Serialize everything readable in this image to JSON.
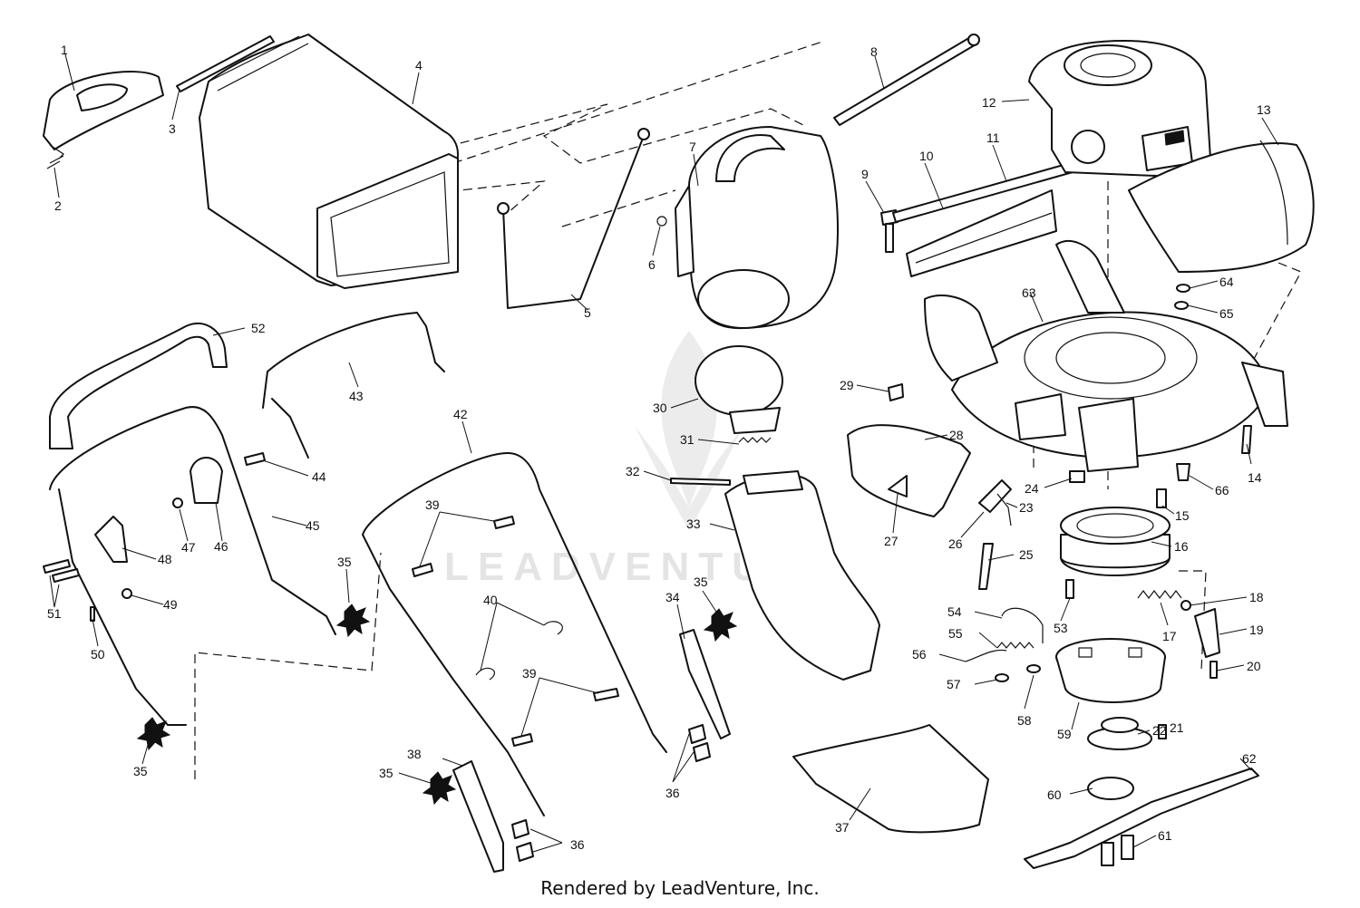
{
  "diagram": {
    "callouts": [
      "1",
      "2",
      "3",
      "4",
      "5",
      "6",
      "7",
      "8",
      "9",
      "10",
      "11",
      "12",
      "13",
      "14",
      "15",
      "16",
      "17",
      "18",
      "19",
      "20",
      "21",
      "22",
      "23",
      "24",
      "25",
      "26",
      "27",
      "28",
      "29",
      "30",
      "31",
      "32",
      "33",
      "34",
      "35",
      "36",
      "37",
      "38",
      "39",
      "40",
      "42",
      "43",
      "44",
      "45",
      "46",
      "47",
      "48",
      "49",
      "50",
      "51",
      "52",
      "53",
      "54",
      "55",
      "56",
      "57",
      "58",
      "59",
      "60",
      "61",
      "62",
      "63",
      "64",
      "65",
      "66"
    ]
  },
  "watermark": {
    "text": "LEADVENTURE",
    "color": "#e4e4e4"
  },
  "footer": {
    "text": "Rendered by LeadVenture, Inc."
  }
}
